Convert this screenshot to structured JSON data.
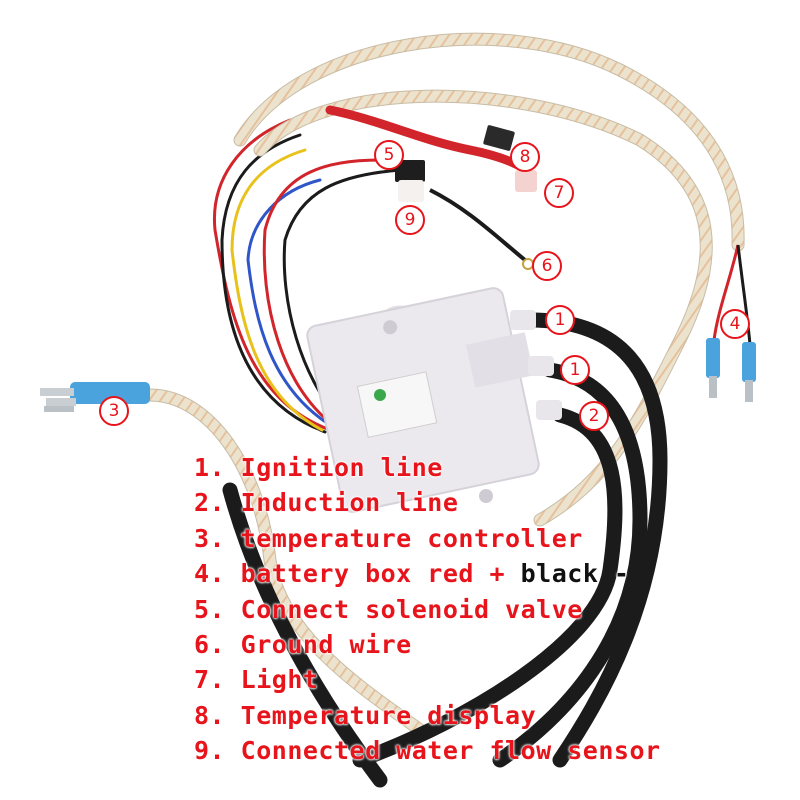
{
  "callouts": {
    "c1a": "1",
    "c1b": "1",
    "c2": "2",
    "c3": "3",
    "c4": "4",
    "c5": "5",
    "c6": "6",
    "c7": "7",
    "c8": "8",
    "c9": "9"
  },
  "legend": [
    {
      "number": "1.",
      "label": "Ignition line"
    },
    {
      "number": "2.",
      "label": "Induction line"
    },
    {
      "number": "3.",
      "label": "temperature controller"
    },
    {
      "number": "4.",
      "label": "battery box red +",
      "label_black": "black -"
    },
    {
      "number": "5.",
      "label": "Connect solenoid valve"
    },
    {
      "number": "6.",
      "label": "Ground wire"
    },
    {
      "number": "7.",
      "label": "Light"
    },
    {
      "number": "8.",
      "label": "Temperature display"
    },
    {
      "number": "9.",
      "label": "Connected water flow sensor"
    }
  ],
  "colors": {
    "label_red": "#e8141b",
    "label_black": "#111111",
    "sleeve": "#ece3cf",
    "sleeve_stripe": "#e0a070",
    "cable_black": "#1b1b1b",
    "module_body": "#ebe8ee",
    "terminal_blue": "#4aa3dc",
    "wire_red": "#d2252b",
    "wire_yellow": "#e8c21a",
    "wire_blue": "#2f56c8"
  }
}
